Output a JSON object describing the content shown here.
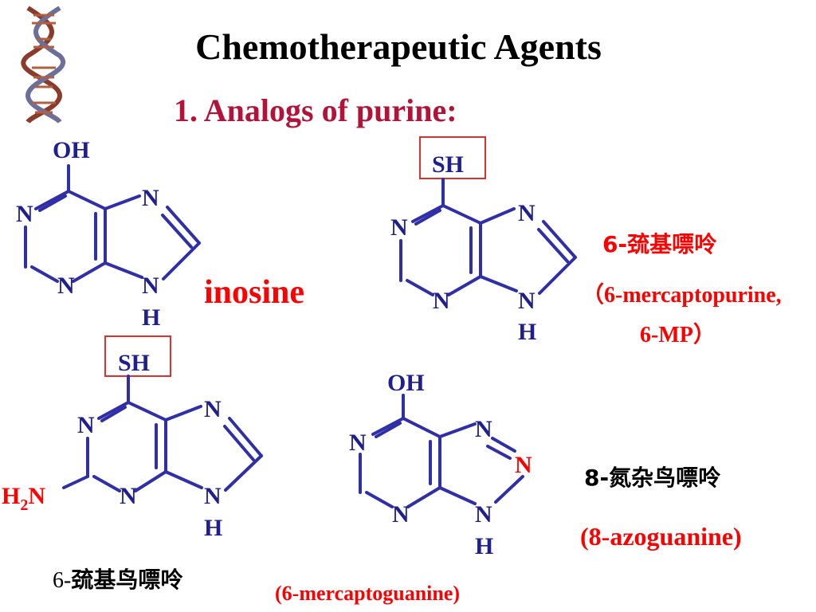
{
  "title": "Chemotherapeutic Agents",
  "subtitle": "1. Analogs of purine:",
  "inosine": {
    "name": "inosine",
    "atoms": {
      "oh": "OH",
      "n1": "N",
      "n3": "N",
      "n7": "N",
      "n9": "N",
      "h": "H"
    }
  },
  "mp": {
    "cn_name": "6-巯基嘌呤",
    "en_line1": "（6-mercaptopurine,",
    "en_line2": "6-MP）",
    "atoms": {
      "sh": "SH",
      "n1": "N",
      "n3": "N",
      "n7": "N",
      "n9": "N",
      "h": "H"
    }
  },
  "mg": {
    "cn_prefix": "6-",
    "cn_rest": "巯基鸟嘌呤",
    "en_name": "(6-mercaptoguanine)",
    "atoms": {
      "sh": "SH",
      "n1": "N",
      "n3": "N",
      "n7": "N",
      "n9": "N",
      "h": "H",
      "h2n_h": "H",
      "h2n_sub": "2",
      "h2n_n": "N"
    }
  },
  "azo": {
    "cn_name": "8-氮杂鸟嘌呤",
    "en_name": "(8-azoguanine)",
    "atoms": {
      "oh": "OH",
      "n1": "N",
      "n3": "N",
      "n7": "N",
      "n8": "N",
      "n9": "N",
      "h": "H"
    }
  },
  "colors": {
    "accent_red": "#ff0000",
    "subtitle_red": "#b5123a",
    "bond_blue": "#2f2fa8"
  }
}
